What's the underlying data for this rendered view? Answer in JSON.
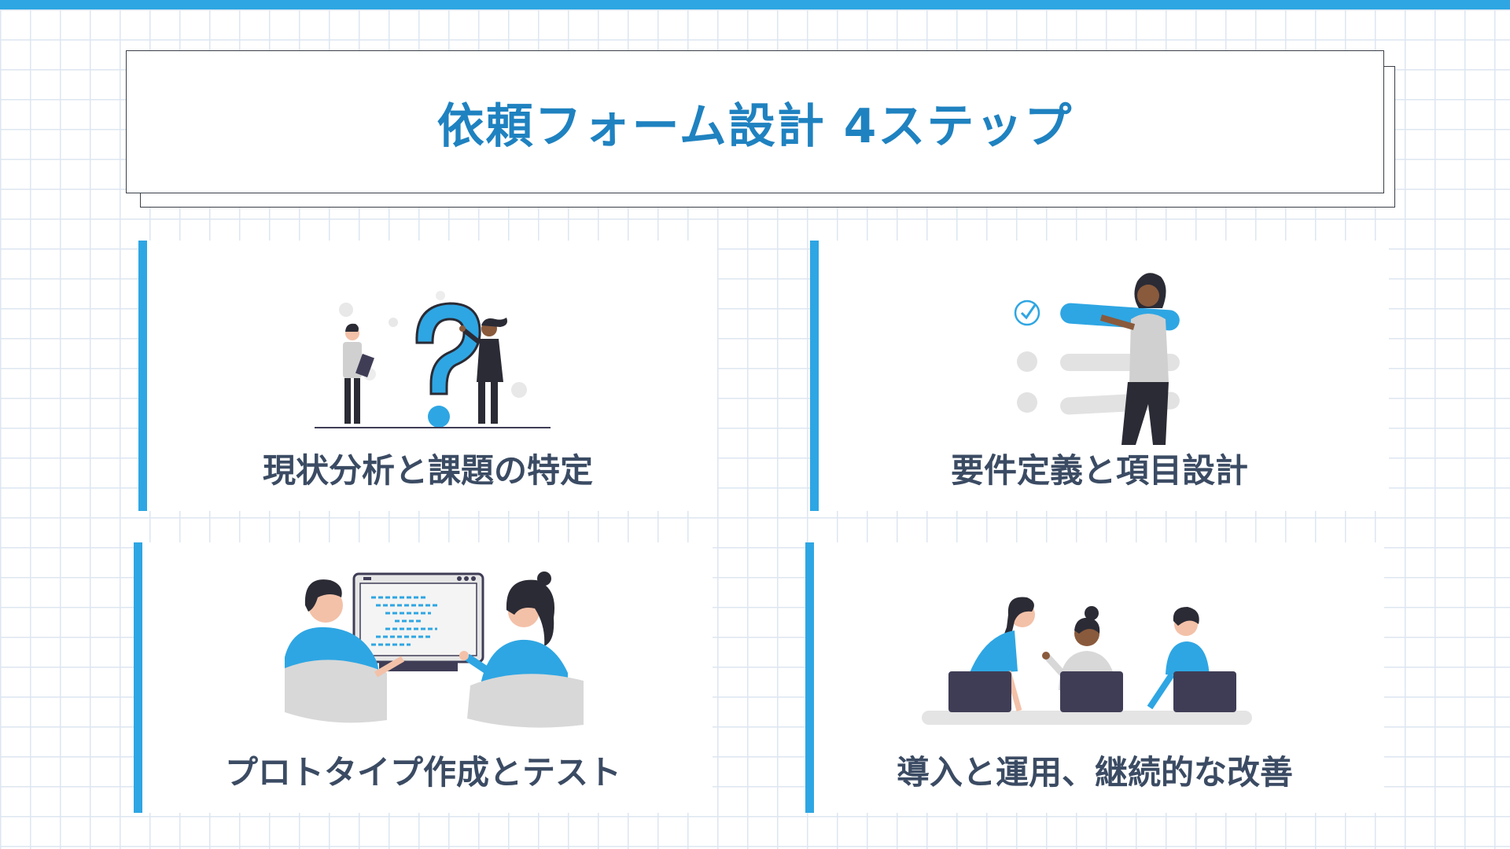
{
  "header": {
    "title": "依頼フォーム設計 4ステップ"
  },
  "steps": [
    {
      "label": "現状分析と課題の特定",
      "illustration": "question-mark-people-icon"
    },
    {
      "label": "要件定義と項目設計",
      "illustration": "checklist-person-icon"
    },
    {
      "label": "プロトタイプ作成とテスト",
      "illustration": "monitor-code-people-icon"
    },
    {
      "label": "導入と運用、継続的な改善",
      "illustration": "team-laptops-icon"
    }
  ],
  "colors": {
    "accent": "#2ea6e3",
    "title": "#1f82c0",
    "label": "#3b4b63",
    "grid": "#dde6f1"
  }
}
